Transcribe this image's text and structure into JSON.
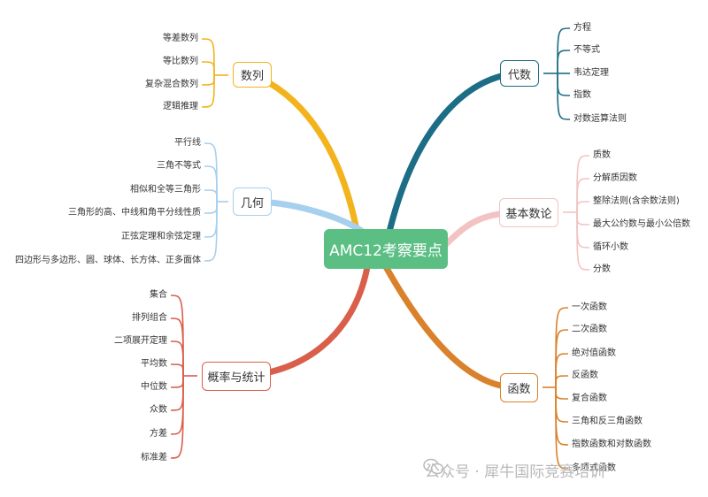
{
  "center": {
    "label": "AMC12考察要点",
    "color": "#5bbf84"
  },
  "branches": [
    {
      "id": "shulie",
      "label": "数列",
      "color": "#f2b31c",
      "leaves": [
        "等差数列",
        "等比数列",
        "复杂混合数列",
        "逻辑推理"
      ]
    },
    {
      "id": "jihe",
      "label": "几何",
      "color": "#a7cfee",
      "leaves": [
        "平行线",
        "三角不等式",
        "相似和全等三角形",
        "三角形的高、中线和角平分线性质",
        "正弦定理和余弦定理",
        "四边形与多边形、圆、球体、长方体、正多面体"
      ]
    },
    {
      "id": "gailv",
      "label": "概率与统计",
      "color": "#d95f4b",
      "leaves": [
        "集合",
        "排列组合",
        "二项展开定理",
        "平均数",
        "中位数",
        "众数",
        "方差",
        "标准差"
      ]
    },
    {
      "id": "daishu",
      "label": "代数",
      "color": "#1c6d86",
      "leaves": [
        "方程",
        "不等式",
        "韦达定理",
        "指数",
        "对数运算法则"
      ]
    },
    {
      "id": "jiben",
      "label": "基本数论",
      "color": "#f3c3c3",
      "leaves": [
        "质数",
        "分解质因数",
        "整除法则(含余数法则)",
        "最大公约数与最小公倍数",
        "循环小数",
        "分数"
      ]
    },
    {
      "id": "hanshu",
      "label": "函数",
      "color": "#d9822b",
      "leaves": [
        "一次函数",
        "二次函数",
        "绝对值函数",
        "反函数",
        "复合函数",
        "三角和反三角函数",
        "指数函数和对数函数",
        "多项式函数"
      ]
    }
  ],
  "watermark": {
    "text": "公众号 · 犀牛国际竞赛培训",
    "icon": "wechat-icon"
  }
}
